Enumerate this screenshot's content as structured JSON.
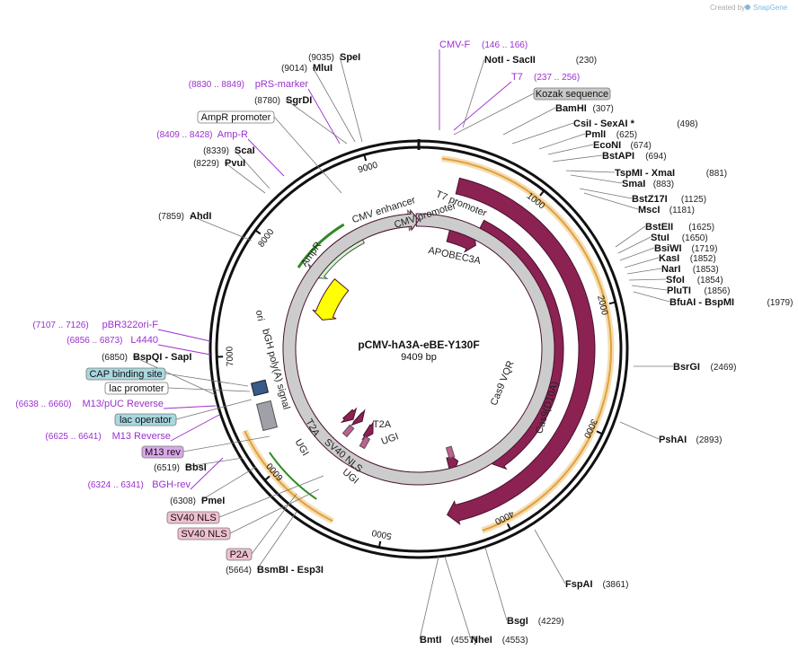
{
  "plasmid": {
    "name": "pCMV-hA3A-eBE-Y130F",
    "length_label": "9409 bp",
    "length": 9409
  },
  "credit": {
    "prefix": "Created by",
    "brand": "SnapGene"
  },
  "colors": {
    "cas9": "#8b2252",
    "ori": "#ffff00",
    "ampr": "#ccffcc",
    "grey": "#a0a0a8",
    "promoter": "#ffffff",
    "primer": "#9b30d0",
    "orange": "#f0c070",
    "green": "#2e8b22"
  },
  "ticks": [
    "1000",
    "2000",
    "3000",
    "4000",
    "5000",
    "6000",
    "7000",
    "8000",
    "9000"
  ],
  "features": [
    {
      "label": "CMV enhancer",
      "color": "#ffffff"
    },
    {
      "label": "CMV promoter",
      "color": "#ffffff"
    },
    {
      "label": "T7 promoter",
      "color": "#ffffff"
    },
    {
      "label": "APOBEC3A",
      "color": "#8b2252"
    },
    {
      "label": "Cas9 VQR",
      "color": "#8b2252"
    },
    {
      "label": "Cas9(D10A)",
      "color": "#8b2252"
    },
    {
      "label": "UGI",
      "color": "#8b2252"
    },
    {
      "label": "T2A",
      "color": "#8b2252"
    },
    {
      "label": "SV40 NLS",
      "color": "#8b2252"
    },
    {
      "label": "UGI",
      "color": "#8b2252"
    },
    {
      "label": "T2A",
      "color": "#8b2252"
    },
    {
      "label": "UGI",
      "color": "#8b2252"
    },
    {
      "label": "bGH poly(A) signal",
      "color": "#a0a0a8"
    },
    {
      "label": "ori",
      "color": "#ffff00"
    },
    {
      "label": "AmpR",
      "color": "#ccffcc"
    }
  ],
  "sites": [
    {
      "name": "SpeI",
      "num": "(9035)"
    },
    {
      "name": "MluI",
      "num": "(9014)"
    },
    {
      "name": "SgrDI",
      "num": "(8780)"
    },
    {
      "name": "ScaI",
      "num": "(8339)"
    },
    {
      "name": "PvuI",
      "num": "(8229)"
    },
    {
      "name": "AhdI",
      "num": "(7859)"
    },
    {
      "name": "BspQI",
      "name2": "SapI",
      "num": "(6850)"
    },
    {
      "name": "BbsI",
      "num": "(6519)"
    },
    {
      "name": "PmeI",
      "num": "(6308)"
    },
    {
      "name": "BsmBI",
      "name2": "Esp3I",
      "num": "(5664)"
    },
    {
      "name": "BmtI",
      "num": "(4557)"
    },
    {
      "name": "NheI",
      "num": "(4553)"
    },
    {
      "name": "BsgI",
      "num": "(4229)"
    },
    {
      "name": "FspAI",
      "num": "(3861)"
    },
    {
      "name": "PshAI",
      "num": "(2893)"
    },
    {
      "name": "BsrGI",
      "num": "(2469)"
    },
    {
      "name": "BfuAI",
      "name2": "BspMI",
      "num": "(1979)"
    },
    {
      "name": "PluTI",
      "num": "(1856)"
    },
    {
      "name": "SfoI",
      "num": "(1854)"
    },
    {
      "name": "NarI",
      "num": "(1853)"
    },
    {
      "name": "KasI",
      "num": "(1852)"
    },
    {
      "name": "BsiWI",
      "num": "(1719)"
    },
    {
      "name": "StuI",
      "num": "(1650)"
    },
    {
      "name": "BstEII",
      "num": "(1625)"
    },
    {
      "name": "MscI",
      "num": "(1181)"
    },
    {
      "name": "BstZ17I",
      "num": "(1125)"
    },
    {
      "name": "SmaI",
      "num": "(883)"
    },
    {
      "name": "TspMI",
      "name2": "XmaI",
      "num": "(881)"
    },
    {
      "name": "BstAPI",
      "num": "(694)"
    },
    {
      "name": "EcoNI",
      "num": "(674)"
    },
    {
      "name": "PmlI",
      "num": "(625)"
    },
    {
      "name": "CsiI",
      "name2": "SexAI *",
      "num": "(498)"
    },
    {
      "name": "BamHI",
      "num": "(307)"
    },
    {
      "name": "NotI",
      "name2": "SacII",
      "num": "(230)"
    }
  ],
  "primers": [
    {
      "name": "CMV-F",
      "num": "(146 .. 166)"
    },
    {
      "name": "T7",
      "num": "(237 .. 256)"
    },
    {
      "name": "pRS-marker",
      "num": "(8830 .. 8849)"
    },
    {
      "name": "Amp-R",
      "num": "(8409 .. 8428)"
    },
    {
      "name": "pBR322ori-F",
      "num": "(7107 .. 7126)"
    },
    {
      "name": "L4440",
      "num": "(6856 .. 6873)"
    },
    {
      "name": "M13/pUC Reverse",
      "num": "(6638 .. 6660)"
    },
    {
      "name": "M13 Reverse",
      "num": "(6625 .. 6641)"
    },
    {
      "name": "BGH-rev",
      "num": "(6324 .. 6341)"
    }
  ],
  "boxes": [
    {
      "text": "Kozak sequence",
      "fill": "#c8c8c8"
    },
    {
      "text": "AmpR promoter",
      "fill": "#ffffff"
    },
    {
      "text": "CAP binding site",
      "fill": "#a8d8e0"
    },
    {
      "text": "lac promoter",
      "fill": "#ffffff"
    },
    {
      "text": "lac operator",
      "fill": "#a8d8e0"
    },
    {
      "text": "M13 rev",
      "fill": "#d8a8e8"
    },
    {
      "text": "SV40 NLS",
      "fill": "#f0c0d0"
    },
    {
      "text": "SV40 NLS",
      "fill": "#f0c0d0"
    },
    {
      "text": "P2A",
      "fill": "#f0c0d0"
    }
  ]
}
